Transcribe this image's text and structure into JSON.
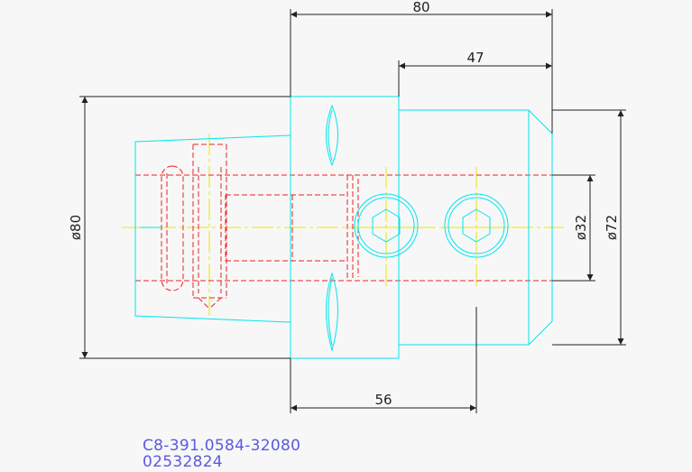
{
  "dimensions": {
    "total_length": "80",
    "body_length": "47",
    "screw_offset": "56",
    "flange_diameter": "ø80",
    "body_diameter": "ø72",
    "bore_diameter": "ø32"
  },
  "part_info": {
    "part_number": "C8-391.0584-32080",
    "item_code": "02532824"
  },
  "colors": {
    "outline": "#00e5ee",
    "hidden": "#ee2020",
    "center": "#e8e800",
    "dimension": "#222222",
    "label": "#5a5ae0"
  }
}
